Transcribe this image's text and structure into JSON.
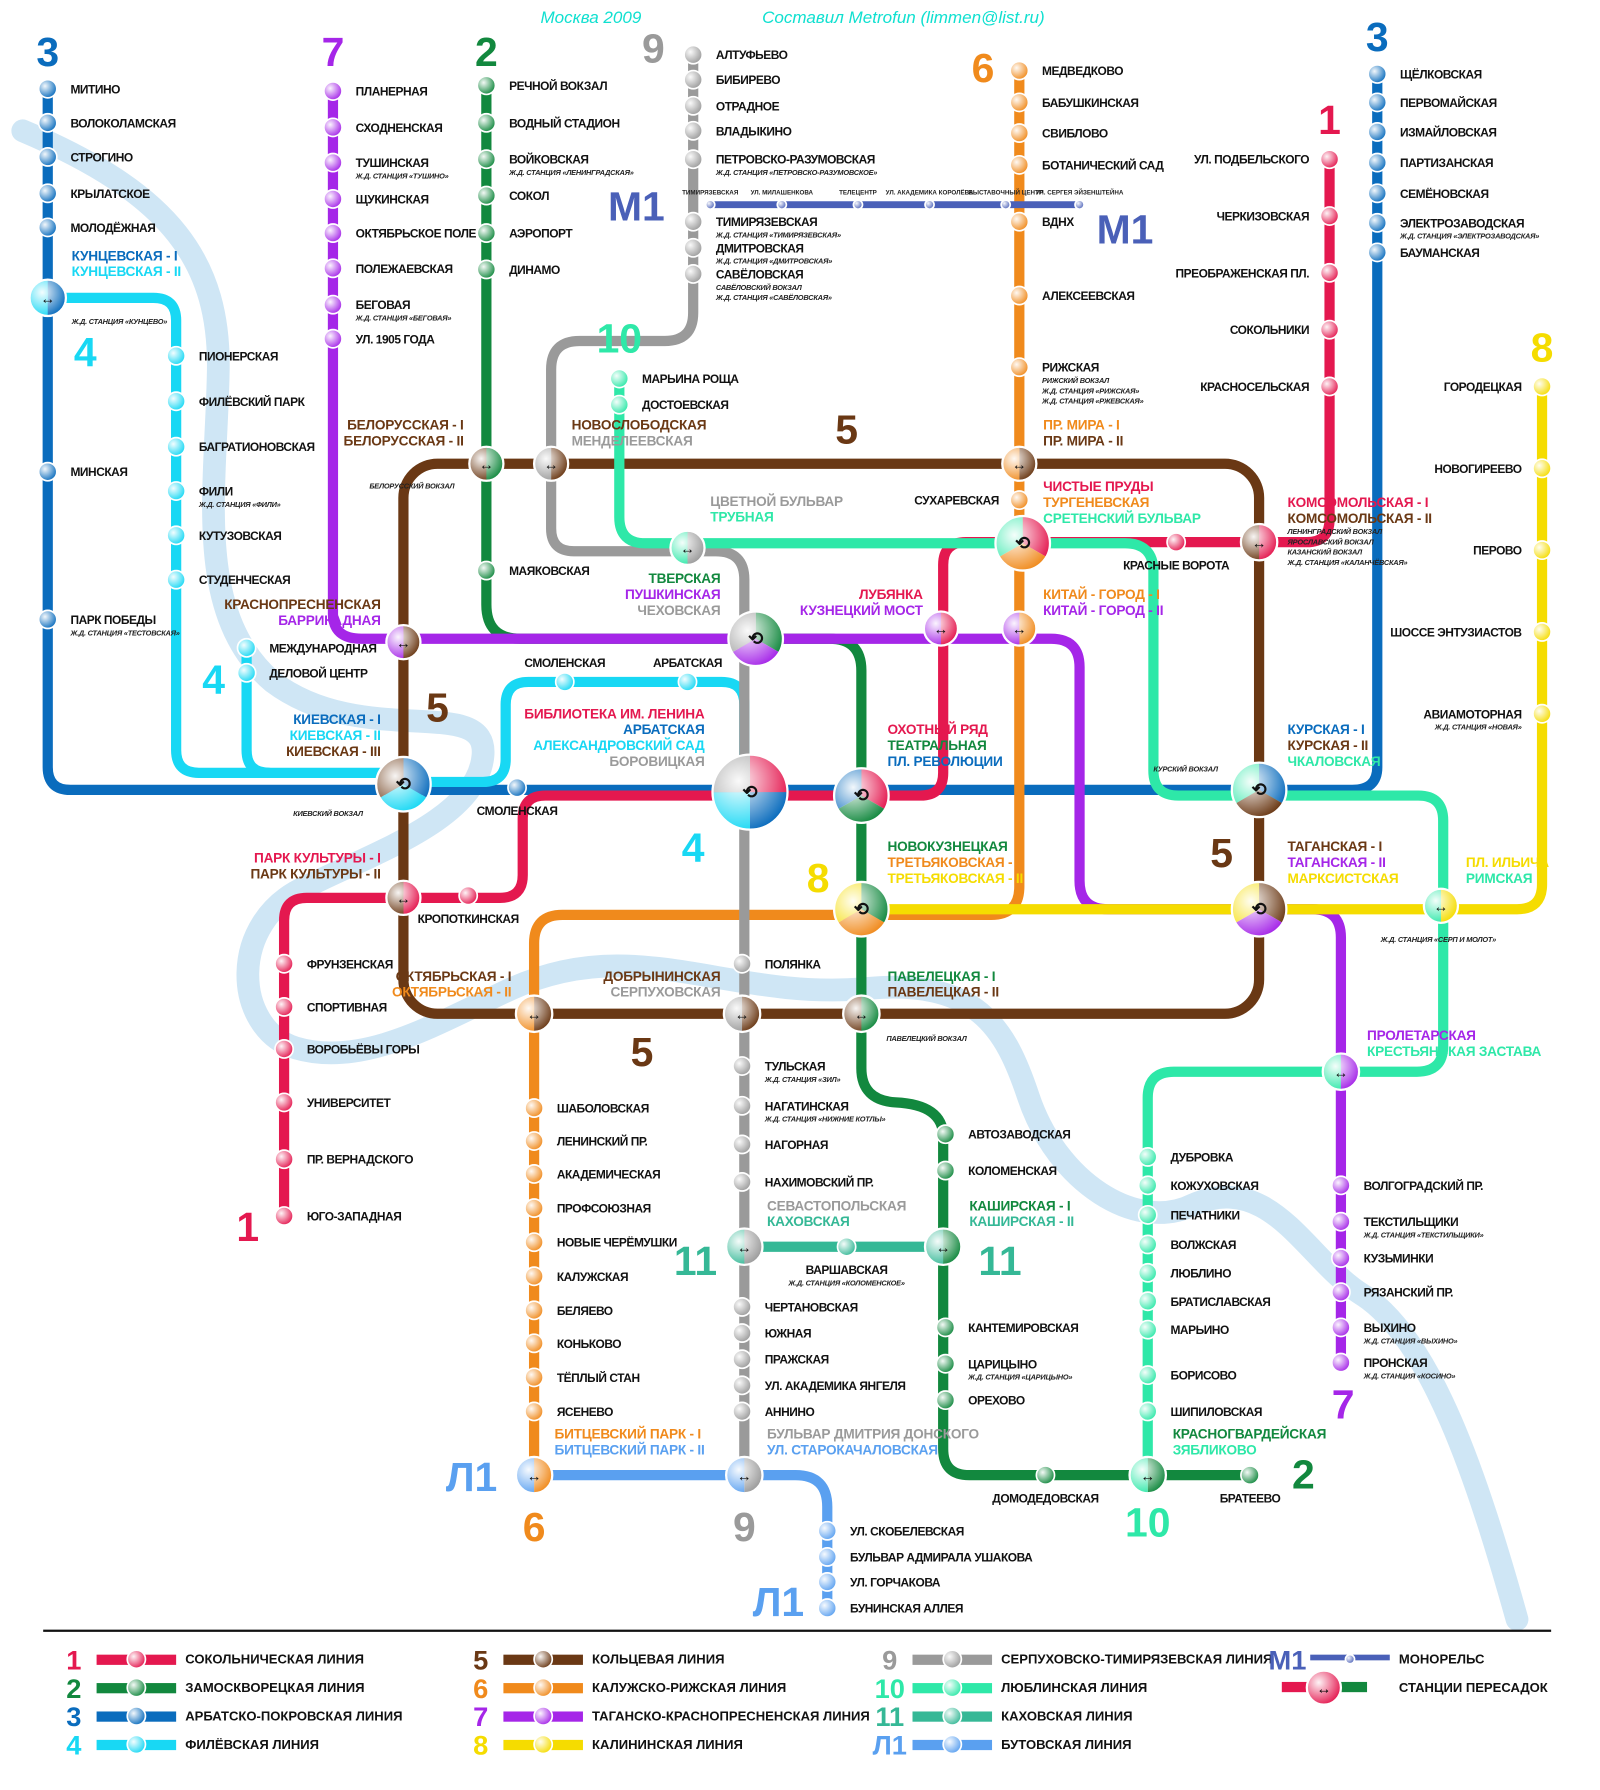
{
  "header": {
    "city_year": "Москва 2009",
    "author": "Составил Metrofun (limmen@list.ru)"
  },
  "colors": {
    "1": "#e4184f",
    "2": "#12883e",
    "3": "#0a6cbd",
    "4": "#18d8f4",
    "5": "#6a3814",
    "6": "#f08a1c",
    "7": "#a526e8",
    "8": "#f5dc00",
    "9": "#9a9a9a",
    "10": "#2ee8a8",
    "11": "#35b896",
    "L1": "#5aa0f0",
    "M1": "#4a60b8",
    "river": "#cfe6f5"
  },
  "line_numbers": [
    "3",
    "7",
    "2",
    "9",
    "6",
    "3",
    "1",
    "8",
    "4",
    "10",
    "5",
    "5",
    "4",
    "4",
    "8",
    "5",
    "5",
    "1",
    "11",
    "11",
    "Л1",
    "6",
    "9",
    "10",
    "2",
    "7",
    "Л1",
    "M1",
    "M1"
  ],
  "stations": {
    "3": [
      {
        "name": "МИТИНО"
      },
      {
        "name": "ВОЛОКОЛАМСКАЯ"
      },
      {
        "name": "СТРОГИНО"
      },
      {
        "name": "КРЫЛАТСКОЕ"
      },
      {
        "name": "МОЛОДЁЖНАЯ"
      },
      {
        "name": "МИНСКАЯ"
      },
      {
        "name": "ПАРК ПОБЕДЫ",
        "note": "Ж.Д. СТАНЦИЯ «ТЕСТОВСКАЯ»"
      },
      {
        "name": "СМОЛЕНСКАЯ"
      },
      {
        "name": "ЩЁЛКОВСКАЯ"
      },
      {
        "name": "ПЕРВОМАЙСКАЯ"
      },
      {
        "name": "ИЗМАЙЛОВСКАЯ"
      },
      {
        "name": "ПАРТИЗАНСКАЯ"
      },
      {
        "name": "СЕМЁНОВСКАЯ"
      },
      {
        "name": "ЭЛЕКТРОЗАВОДСКАЯ",
        "note": "Ж.Д. СТАНЦИЯ «ЭЛЕКТРОЗАВОДСКАЯ»"
      },
      {
        "name": "БАУМАНСКАЯ"
      }
    ],
    "1": [
      {
        "name": "УЛ. ПОДБЕЛЬСКОГО"
      },
      {
        "name": "ЧЕРКИЗОВСКАЯ"
      },
      {
        "name": "ПРЕОБРАЖЕНСКАЯ ПЛ."
      },
      {
        "name": "СОКОЛЬНИКИ"
      },
      {
        "name": "КРАСНОСЕЛЬСКАЯ"
      },
      {
        "name": "КРАСНЫЕ ВОРОТА"
      },
      {
        "name": "КРОПОТКИНСКАЯ"
      },
      {
        "name": "ФРУНЗЕНСКАЯ"
      },
      {
        "name": "СПОРТИВНАЯ"
      },
      {
        "name": "ВОРОБЬЁВЫ ГОРЫ"
      },
      {
        "name": "УНИВЕРСИТЕТ"
      },
      {
        "name": "ПР. ВЕРНАДСКОГО"
      },
      {
        "name": "ЮГО-ЗАПАДНАЯ"
      }
    ],
    "7": [
      {
        "name": "ПЛАНЕРНАЯ"
      },
      {
        "name": "СХОДНЕНСКАЯ"
      },
      {
        "name": "ТУШИНСКАЯ",
        "note": "Ж.Д. СТАНЦИЯ «ТУШИНО»"
      },
      {
        "name": "ЩУКИНСКАЯ"
      },
      {
        "name": "ОКТЯБРЬСКОЕ ПОЛЕ"
      },
      {
        "name": "ПОЛЕЖАЕВСКАЯ"
      },
      {
        "name": "БЕГОВАЯ",
        "note": "Ж.Д. СТАНЦИЯ «БЕГОВАЯ»"
      },
      {
        "name": "УЛ. 1905 ГОДА"
      },
      {
        "name": "ВОЛГОГРАДСКИЙ ПР."
      },
      {
        "name": "ТЕКСТИЛЬЩИКИ",
        "note": "Ж.Д. СТАНЦИЯ «ТЕКСТИЛЬЩИКИ»"
      },
      {
        "name": "КУЗЬМИНКИ"
      },
      {
        "name": "РЯЗАНСКИЙ ПР."
      },
      {
        "name": "ВЫХИНО",
        "note": "Ж.Д. СТАНЦИЯ «ВЫХИНО»"
      },
      {
        "name": "ПРОНСКАЯ",
        "note": "Ж.Д. СТАНЦИЯ «КОСИНО»"
      }
    ],
    "2": [
      {
        "name": "РЕЧНОЙ ВОКЗАЛ"
      },
      {
        "name": "ВОДНЫЙ СТАДИОН"
      },
      {
        "name": "ВОЙКОВСКАЯ",
        "note": "Ж.Д. СТАНЦИЯ «ЛЕНИНГРАДСКАЯ»"
      },
      {
        "name": "СОКОЛ"
      },
      {
        "name": "АЭРОПОРТ"
      },
      {
        "name": "ДИНАМО"
      },
      {
        "name": "МАЯКОВСКАЯ"
      },
      {
        "name": "АВТОЗАВОДСКАЯ"
      },
      {
        "name": "КОЛОМЕНСКАЯ"
      },
      {
        "name": "КАНТЕМИРОВСКАЯ"
      },
      {
        "name": "ЦАРИЦЫНО",
        "note": "Ж.Д. СТАНЦИЯ «ЦАРИЦЫНО»"
      },
      {
        "name": "ОРЕХОВО"
      },
      {
        "name": "ДОМОДЕДОВСКАЯ"
      },
      {
        "name": "БРАТЕЕВО"
      }
    ],
    "9": [
      {
        "name": "АЛТУФЬЕВО"
      },
      {
        "name": "БИБИРЕВО"
      },
      {
        "name": "ОТРАДНОЕ"
      },
      {
        "name": "ВЛАДЫКИНО"
      },
      {
        "name": "ПЕТРОВСКО-РАЗУМОВСКАЯ",
        "note": "Ж.Д. СТАНЦИЯ «ПЕТРОВСКО-РАЗУМОВСКОЕ»"
      },
      {
        "name": "ТИМИРЯЗЕВСКАЯ",
        "note": "Ж.Д. СТАНЦИЯ «ТИМИРЯЗЕВСКАЯ»"
      },
      {
        "name": "ДМИТРОВСКАЯ",
        "note": "Ж.Д. СТАНЦИЯ «ДМИТРОВСКАЯ»"
      },
      {
        "name": "САВЁЛОВСКАЯ",
        "note": "САВЁЛОВСКИЙ ВОКЗАЛ",
        "note2": "Ж.Д. СТАНЦИЯ «САВЁЛОВСКАЯ»"
      },
      {
        "name": "ПОЛЯНКА"
      },
      {
        "name": "ТУЛЬСКАЯ",
        "note": "Ж.Д. СТАНЦИЯ «ЗИЛ»"
      },
      {
        "name": "НАГАТИНСКАЯ",
        "note": "Ж.Д. СТАНЦИЯ «НИЖНИЕ КОТЛЫ»"
      },
      {
        "name": "НАГОРНАЯ"
      },
      {
        "name": "НАХИМОВСКИЙ ПР."
      },
      {
        "name": "ЧЕРТАНОВСКАЯ"
      },
      {
        "name": "ЮЖНАЯ"
      },
      {
        "name": "ПРАЖСКАЯ"
      },
      {
        "name": "УЛ. АКАДЕМИКА ЯНГЕЛЯ"
      },
      {
        "name": "АННИНО"
      }
    ],
    "6": [
      {
        "name": "МЕДВЕДКОВО"
      },
      {
        "name": "БАБУШКИНСКАЯ"
      },
      {
        "name": "СВИБЛОВО"
      },
      {
        "name": "БОТАНИЧЕСКИЙ САД"
      },
      {
        "name": "ВДНХ"
      },
      {
        "name": "АЛЕКСЕЕВСКАЯ"
      },
      {
        "name": "РИЖСКАЯ",
        "note": "РИЖСКИЙ ВОКЗАЛ",
        "note2": "Ж.Д. СТАНЦИЯ «РИЖСКАЯ»",
        "note3": "Ж.Д. СТАНЦИЯ «РЖЕВСКАЯ»"
      },
      {
        "name": "СУХАРЕВСКАЯ"
      },
      {
        "name": "ШАБОЛОВСКАЯ"
      },
      {
        "name": "ЛЕНИНСКИЙ ПР."
      },
      {
        "name": "АКАДЕМИЧЕСКАЯ"
      },
      {
        "name": "ПРОФСОЮЗНАЯ"
      },
      {
        "name": "НОВЫЕ ЧЕРЁМУШКИ"
      },
      {
        "name": "КАЛУЖСКАЯ"
      },
      {
        "name": "БЕЛЯЕВО"
      },
      {
        "name": "КОНЬКОВО"
      },
      {
        "name": "ТЁПЛЫЙ СТАН"
      },
      {
        "name": "ЯСЕНЕВО"
      }
    ],
    "4": [
      {
        "name": "ПИОНЕРСКАЯ"
      },
      {
        "name": "ФИЛЁВСКИЙ ПАРК"
      },
      {
        "name": "БАГРАТИОНОВСКАЯ"
      },
      {
        "name": "ФИЛИ",
        "note": "Ж.Д. СТАНЦИЯ «ФИЛИ»"
      },
      {
        "name": "КУТУЗОВСКАЯ"
      },
      {
        "name": "СТУДЕНЧЕСКАЯ"
      },
      {
        "name": "МЕЖДУНАРОДНАЯ"
      },
      {
        "name": "ДЕЛОВОЙ ЦЕНТР"
      },
      {
        "name": "СМОЛЕНСКАЯ"
      },
      {
        "name": "АРБАТСКАЯ"
      }
    ],
    "8": [
      {
        "name": "ГОРОДЕЦКАЯ"
      },
      {
        "name": "НОВОГИРЕЕВО"
      },
      {
        "name": "ПЕРОВО"
      },
      {
        "name": "ШОССЕ ЭНТУЗИАСТОВ"
      },
      {
        "name": "АВИАМОТОРНАЯ",
        "note": "Ж.Д. СТАНЦИЯ «НОВАЯ»"
      }
    ],
    "10": [
      {
        "name": "МАРЬИНА РОЩА"
      },
      {
        "name": "ДОСТОЕВСКАЯ"
      },
      {
        "name": "ДУБРОВКА"
      },
      {
        "name": "КОЖУХОВСКАЯ"
      },
      {
        "name": "ПЕЧАТНИКИ"
      },
      {
        "name": "ВОЛЖСКАЯ"
      },
      {
        "name": "ЛЮБЛИНО"
      },
      {
        "name": "БРАТИСЛАВСКАЯ"
      },
      {
        "name": "МАРЬИНО"
      },
      {
        "name": "БОРИСОВО"
      },
      {
        "name": "ШИПИЛОВСКАЯ"
      }
    ],
    "11": [
      {
        "name": "ВАРШАВСКАЯ",
        "note": "Ж.Д. СТАНЦИЯ «КОЛОМЕНСКОЕ»"
      }
    ],
    "L1": [
      {
        "name": "УЛ. СКОБЕЛЕВСКАЯ"
      },
      {
        "name": "БУЛЬВАР АДМИРАЛА УШАКОВА"
      },
      {
        "name": "УЛ. ГОРЧАКОВА"
      },
      {
        "name": "БУНИНСКАЯ АЛЛЕЯ"
      }
    ],
    "M1": [
      {
        "name": "ТИМИРЯЗЕВСКАЯ"
      },
      {
        "name": "УЛ. МИЛАШЕНКОВА"
      },
      {
        "name": "ТЕЛЕЦЕНТР"
      },
      {
        "name": "УЛ. АКАДЕМИКА КОРОЛЁВА"
      },
      {
        "name": "ВЫСТАВОЧНЫЙ ЦЕНТР"
      },
      {
        "name": "УЛ. СЕРГЕЯ ЭЙЗЕНШТЕЙНА"
      }
    ]
  },
  "transfers": [
    {
      "lines": [
        "3",
        "4"
      ],
      "labels": [
        {
          "text": "КУНЦЕВСКАЯ - I",
          "line": "3"
        },
        {
          "text": "КУНЦЕВСКАЯ - II",
          "line": "4"
        }
      ],
      "note": "Ж.Д. СТАНЦИЯ «КУНЦЕВО»"
    },
    {
      "lines": [
        "2",
        "5"
      ],
      "labels": [
        {
          "text": "БЕЛОРУССКАЯ - I",
          "line": "5"
        },
        {
          "text": "БЕЛОРУССКАЯ - II",
          "line": "5"
        }
      ],
      "note": "БЕЛОРУССКИЙ ВОКЗАЛ"
    },
    {
      "lines": [
        "5",
        "9"
      ],
      "labels": [
        {
          "text": "НОВОСЛОБОДСКАЯ",
          "line": "5"
        },
        {
          "text": "МЕНДЕЛЕЕВСКАЯ",
          "line": "9"
        }
      ]
    },
    {
      "lines": [
        "5",
        "6"
      ],
      "labels": [
        {
          "text": "ПР. МИРА - I",
          "line": "6"
        },
        {
          "text": "ПР. МИРА - II",
          "line": "5"
        }
      ]
    },
    {
      "lines": [
        "1",
        "6",
        "10"
      ],
      "labels": [
        {
          "text": "ЧИСТЫЕ ПРУДЫ",
          "line": "1"
        },
        {
          "text": "ТУРГЕНЕВСКАЯ",
          "line": "6"
        },
        {
          "text": "СРЕТЕНСКИЙ БУЛЬВАР",
          "line": "10"
        }
      ]
    },
    {
      "lines": [
        "9",
        "10"
      ],
      "labels": [
        {
          "text": "ЦВЕТНОЙ БУЛЬВАР",
          "line": "9"
        },
        {
          "text": "ТРУБНАЯ",
          "line": "10"
        }
      ]
    },
    {
      "lines": [
        "1",
        "5"
      ],
      "labels": [
        {
          "text": "КОМСОМОЛЬСКАЯ - I",
          "line": "1"
        },
        {
          "text": "КОМСОМОЛЬСКАЯ - II",
          "line": "5"
        }
      ],
      "note": "ЛЕНИНГРАДСКИЙ ВОКЗАЛ",
      "note2": "ЯРОСЛАВСКИЙ ВОКЗАЛ",
      "note3": "КАЗАНСКИЙ ВОКЗАЛ",
      "note4": "Ж.Д. СТАНЦИЯ «КАЛАНЧЁВСКАЯ»"
    },
    {
      "lines": [
        "2",
        "7",
        "9"
      ],
      "labels": [
        {
          "text": "ТВЕРСКАЯ",
          "line": "2"
        },
        {
          "text": "ПУШКИНСКАЯ",
          "line": "7"
        },
        {
          "text": "ЧЕХОВСКАЯ",
          "line": "9"
        }
      ]
    },
    {
      "lines": [
        "1",
        "7"
      ],
      "labels": [
        {
          "text": "ЛУБЯНКА",
          "line": "1"
        },
        {
          "text": "КУЗНЕЦКИЙ МОСТ",
          "line": "7"
        }
      ]
    },
    {
      "lines": [
        "6",
        "7"
      ],
      "labels": [
        {
          "text": "КИТАЙ - ГОРОД - I",
          "line": "6"
        },
        {
          "text": "КИТАЙ - ГОРОД - II",
          "line": "7"
        }
      ]
    },
    {
      "lines": [
        "5",
        "7"
      ],
      "labels": [
        {
          "text": "КРАСНОПРЕСНЕНСКАЯ",
          "line": "5"
        },
        {
          "text": "БАРРИКАДНАЯ",
          "line": "7"
        }
      ]
    },
    {
      "lines": [
        "3",
        "4",
        "5"
      ],
      "labels": [
        {
          "text": "КИЕВСКАЯ - I",
          "line": "3"
        },
        {
          "text": "КИЕВСКАЯ - II",
          "line": "4"
        },
        {
          "text": "КИЕВСКАЯ - III",
          "line": "5"
        }
      ],
      "note": "КИЕВСКИЙ ВОКЗАЛ"
    },
    {
      "lines": [
        "1",
        "3",
        "4",
        "9"
      ],
      "labels": [
        {
          "text": "БИБЛИОТЕКА ИМ. ЛЕНИНА",
          "line": "1"
        },
        {
          "text": "АРБАТСКАЯ",
          "line": "3"
        },
        {
          "text": "АЛЕКСАНДРОВСКИЙ САД",
          "line": "4"
        },
        {
          "text": "БОРОВИЦКАЯ",
          "line": "9"
        }
      ]
    },
    {
      "lines": [
        "1",
        "2",
        "3"
      ],
      "labels": [
        {
          "text": "ОХОТНЫЙ РЯД",
          "line": "1"
        },
        {
          "text": "ТЕАТРАЛЬНАЯ",
          "line": "2"
        },
        {
          "text": "ПЛ. РЕВОЛЮЦИИ",
          "line": "3"
        }
      ]
    },
    {
      "lines": [
        "3",
        "5",
        "10"
      ],
      "labels": [
        {
          "text": "КУРСКАЯ - I",
          "line": "3"
        },
        {
          "text": "КУРСКАЯ - II",
          "line": "5"
        },
        {
          "text": "ЧКАЛОВСКАЯ",
          "line": "10"
        }
      ],
      "note": "КУРСКИЙ ВОКЗАЛ"
    },
    {
      "lines": [
        "1",
        "5"
      ],
      "labels": [
        {
          "text": "ПАРК КУЛЬТУРЫ - I",
          "line": "1"
        },
        {
          "text": "ПАРК КУЛЬТУРЫ - II",
          "line": "5"
        }
      ]
    },
    {
      "lines": [
        "2",
        "6",
        "8"
      ],
      "labels": [
        {
          "text": "НОВОКУЗНЕЦКАЯ",
          "line": "2"
        },
        {
          "text": "ТРЕТЬЯКОВСКАЯ - I",
          "line": "6"
        },
        {
          "text": "ТРЕТЬЯКОВСКАЯ - II",
          "line": "8"
        }
      ]
    },
    {
      "lines": [
        "5",
        "7",
        "8"
      ],
      "labels": [
        {
          "text": "ТАГАНСКАЯ - I",
          "line": "5"
        },
        {
          "text": "ТАГАНСКАЯ - II",
          "line": "7"
        },
        {
          "text": "МАРКСИСТСКАЯ",
          "line": "8"
        }
      ]
    },
    {
      "lines": [
        "8",
        "10"
      ],
      "labels": [
        {
          "text": "ПЛ. ИЛЬИЧА",
          "line": "8"
        },
        {
          "text": "РИМСКАЯ",
          "line": "10"
        }
      ],
      "note": "Ж.Д. СТАНЦИЯ «СЕРП И МОЛОТ»"
    },
    {
      "lines": [
        "5",
        "6"
      ],
      "labels": [
        {
          "text": "ОКТЯБРЬСКАЯ - I",
          "line": "5"
        },
        {
          "text": "ОКТЯБРЬСКАЯ - II",
          "line": "6"
        }
      ]
    },
    {
      "lines": [
        "5",
        "9"
      ],
      "labels": [
        {
          "text": "ДОБРЫНИНСКАЯ",
          "line": "5"
        },
        {
          "text": "СЕРПУХОВСКАЯ",
          "line": "9"
        }
      ]
    },
    {
      "lines": [
        "2",
        "5"
      ],
      "labels": [
        {
          "text": "ПАВЕЛЕЦКАЯ - I",
          "line": "2"
        },
        {
          "text": "ПАВЕЛЕЦКАЯ - II",
          "line": "5"
        }
      ],
      "note": "ПАВЕЛЕЦКИЙ ВОКЗАЛ"
    },
    {
      "lines": [
        "7",
        "10"
      ],
      "labels": [
        {
          "text": "ПРОЛЕТАРСКАЯ",
          "line": "7"
        },
        {
          "text": "КРЕСТЬЯНСКАЯ ЗАСТАВА",
          "line": "10"
        }
      ]
    },
    {
      "lines": [
        "9",
        "11"
      ],
      "labels": [
        {
          "text": "СЕВАСТОПОЛЬСКАЯ",
          "line": "9"
        },
        {
          "text": "КАХОВСКАЯ",
          "line": "11"
        }
      ]
    },
    {
      "lines": [
        "2",
        "11"
      ],
      "labels": [
        {
          "text": "КАШИРСКАЯ - I",
          "line": "2"
        },
        {
          "text": "КАШИРСКАЯ - II",
          "line": "11"
        }
      ]
    },
    {
      "lines": [
        "6",
        "L1"
      ],
      "labels": [
        {
          "text": "БИТЦЕВСКИЙ ПАРК - I",
          "line": "6"
        },
        {
          "text": "БИТЦЕВСКИЙ ПАРК - II",
          "line": "L1"
        }
      ]
    },
    {
      "lines": [
        "9",
        "L1"
      ],
      "labels": [
        {
          "text": "БУЛЬВАР ДМИТРИЯ ДОНСКОГО",
          "line": "9"
        },
        {
          "text": "УЛ. СТАРОКАЧАЛОВСКАЯ",
          "line": "L1"
        }
      ]
    },
    {
      "lines": [
        "2",
        "10"
      ],
      "labels": [
        {
          "text": "КРАСНОГВАРДЕЙСКАЯ",
          "line": "2"
        },
        {
          "text": "ЗЯБЛИКОВО",
          "line": "10"
        }
      ]
    }
  ],
  "legend": [
    {
      "num": "1",
      "line": "1",
      "name": "СОКОЛЬНИЧЕСКАЯ ЛИНИЯ"
    },
    {
      "num": "2",
      "line": "2",
      "name": "ЗАМОСКВОРЕЦКАЯ ЛИНИЯ"
    },
    {
      "num": "3",
      "line": "3",
      "name": "АРБАТСКО-ПОКРОВСКАЯ ЛИНИЯ"
    },
    {
      "num": "4",
      "line": "4",
      "name": "ФИЛЁВСКАЯ ЛИНИЯ"
    },
    {
      "num": "5",
      "line": "5",
      "name": "КОЛЬЦЕВАЯ ЛИНИЯ"
    },
    {
      "num": "6",
      "line": "6",
      "name": "КАЛУЖСКО-РИЖСКАЯ ЛИНИЯ"
    },
    {
      "num": "7",
      "line": "7",
      "name": "ТАГАНСКО-КРАСНОПРЕСНЕНСКАЯ ЛИНИЯ"
    },
    {
      "num": "8",
      "line": "8",
      "name": "КАЛИНИНСКАЯ ЛИНИЯ"
    },
    {
      "num": "9",
      "line": "9",
      "name": "СЕРПУХОВСКО-ТИМИРЯЗЕВСКАЯ ЛИНИЯ"
    },
    {
      "num": "10",
      "line": "10",
      "name": "ЛЮБЛИНСКАЯ ЛИНИЯ"
    },
    {
      "num": "11",
      "line": "11",
      "name": "КАХОВСКАЯ ЛИНИЯ"
    },
    {
      "num": "Л1",
      "line": "L1",
      "name": "БУТОВСКАЯ ЛИНИЯ"
    },
    {
      "num": "M1",
      "line": "M1",
      "name": "МОНОРЕЛЬС"
    },
    {
      "num": "",
      "line": "transfer",
      "name": "СТАНЦИИ ПЕРЕСАДОК"
    }
  ]
}
